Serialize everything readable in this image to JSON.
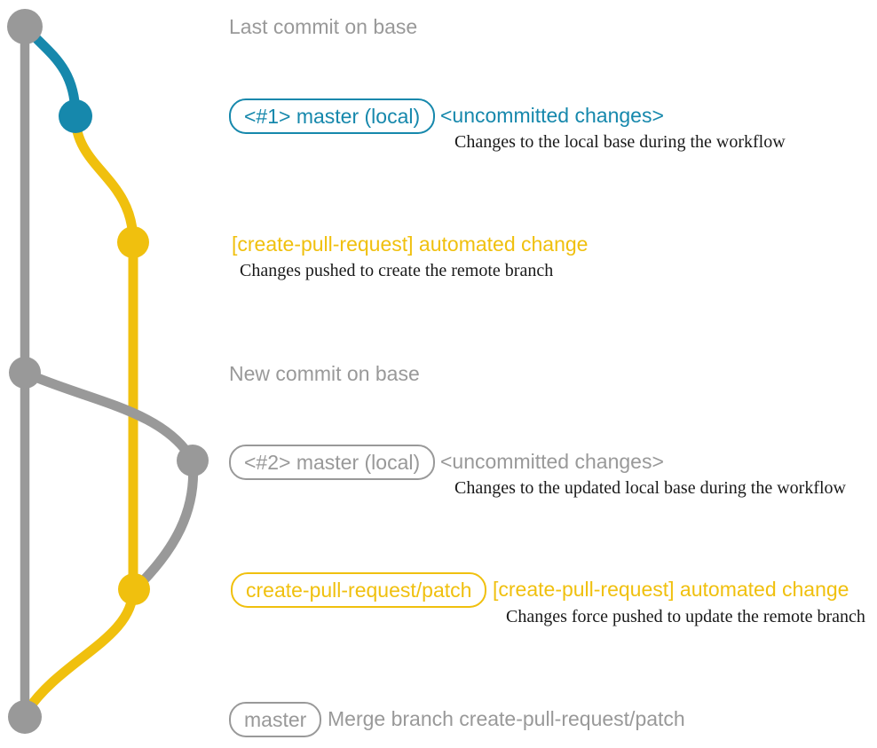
{
  "colors": {
    "gray": "#999999",
    "teal": "#1688ac",
    "yellow": "#f0c00e",
    "ink": "#1a1a1a"
  },
  "graph": {
    "branches": [
      {
        "name": "base branch line",
        "color": "#999999"
      },
      {
        "name": "local master branch #1",
        "color": "#1688ac"
      },
      {
        "name": "create-pull-request branch",
        "color": "#f0c00e"
      },
      {
        "name": "local master branch #2",
        "color": "#999999"
      }
    ],
    "commit_dots": [
      "last-commit-on-base",
      "local-master-1",
      "create-pull-request-1",
      "new-commit-on-base",
      "local-master-2",
      "create-pull-request-2",
      "merge-commit"
    ]
  },
  "annotations": {
    "last_commit": {
      "title": "Last commit on base"
    },
    "commit1": {
      "branch_label": "<#1> master (local)",
      "status": "<uncommitted changes>",
      "description": "Changes to the local base during the workflow"
    },
    "commit2": {
      "message": "[create-pull-request] automated change",
      "description": "Changes pushed to create the remote branch"
    },
    "new_commit": {
      "title": "New commit on base"
    },
    "commit3": {
      "branch_label": "<#2> master (local)",
      "status": "<uncommitted changes>",
      "description": "Changes to the updated local base during the workflow"
    },
    "commit4": {
      "branch_label": "create-pull-request/patch",
      "message": "[create-pull-request] automated change",
      "description": "Changes force pushed to update the remote branch"
    },
    "merge_commit": {
      "branch_label": "master",
      "message": "Merge branch create-pull-request/patch"
    }
  }
}
